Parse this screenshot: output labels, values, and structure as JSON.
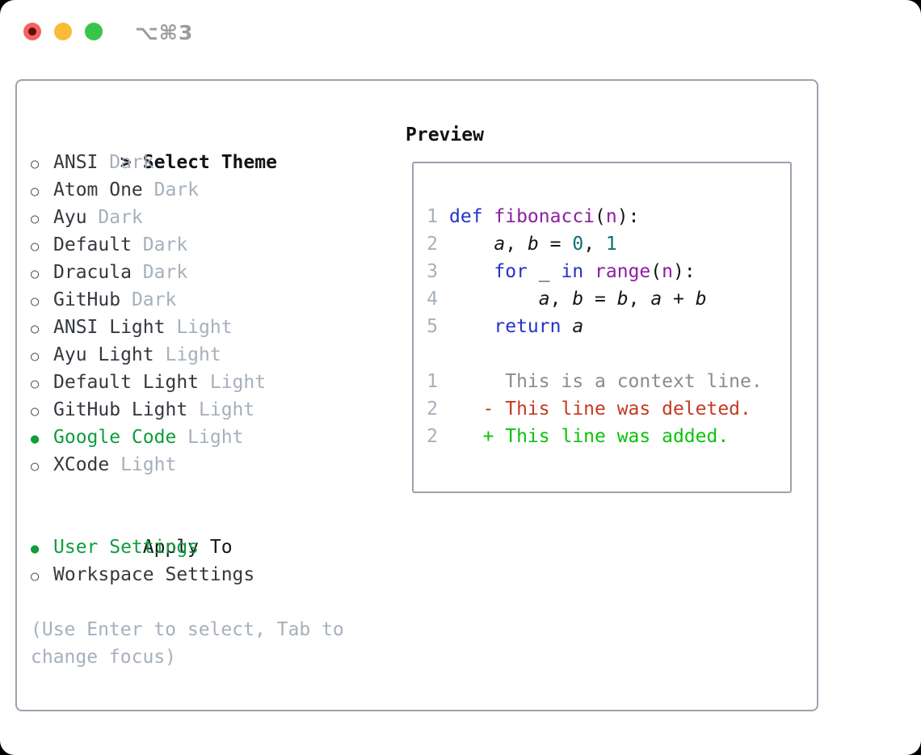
{
  "window": {
    "title_shortcut": "⌥⌘3",
    "traffic_lights": [
      {
        "name": "close",
        "color": "#f4645c",
        "inner_dot": "#5e0f08"
      },
      {
        "name": "minimize",
        "color": "#f8bc38",
        "inner_dot": null
      },
      {
        "name": "zoom",
        "color": "#37c649",
        "inner_dot": null
      }
    ]
  },
  "colors": {
    "ui_text": "#34383f",
    "ui_black": "#101214",
    "ui_muted": "#a6b0bc",
    "ui_green": "#0f9d3d",
    "panel_border": "#9aa3ae",
    "bullet_outline": "#4a505a"
  },
  "theme_panel": {
    "header": {
      "prompt": ">",
      "label": "Select Theme"
    },
    "bullet_unselected": "○",
    "bullet_selected": "●",
    "themes": [
      {
        "name": "ANSI",
        "tag": "Dark",
        "selected": false
      },
      {
        "name": "Atom One",
        "tag": "Dark",
        "selected": false
      },
      {
        "name": "Ayu",
        "tag": "Dark",
        "selected": false
      },
      {
        "name": "Default",
        "tag": "Dark",
        "selected": false
      },
      {
        "name": "Dracula",
        "tag": "Dark",
        "selected": false
      },
      {
        "name": "GitHub",
        "tag": "Dark",
        "selected": false
      },
      {
        "name": "ANSI Light",
        "tag": "Light",
        "selected": false
      },
      {
        "name": "Ayu Light",
        "tag": "Light",
        "selected": false
      },
      {
        "name": "Default Light",
        "tag": "Light",
        "selected": false
      },
      {
        "name": "GitHub Light",
        "tag": "Light",
        "selected": false
      },
      {
        "name": "Google Code",
        "tag": "Light",
        "selected": true
      },
      {
        "name": "XCode",
        "tag": "Light",
        "selected": false
      }
    ],
    "apply_to": {
      "header": "Apply To",
      "options": [
        {
          "name": "User Settings",
          "selected": true
        },
        {
          "name": "Workspace Settings",
          "selected": false
        }
      ]
    },
    "hint_lines": [
      "(Use Enter to select, Tab to",
      "change focus)"
    ]
  },
  "preview": {
    "label": "Preview",
    "palette": {
      "keyword": "#2433c9",
      "name": "#8c1ea0",
      "literal": "#0e6f6f",
      "plain": "#151618",
      "var": "#151618",
      "gutter": "#a6b0bc",
      "context": "#8b8b8b",
      "deleted": "#c43a21",
      "added": "#0cc20c"
    },
    "lines": [
      {
        "num": "1",
        "tokens": [
          [
            "keyword",
            "def "
          ],
          [
            "name",
            "fibonacci"
          ],
          [
            "plain",
            "("
          ],
          [
            "name",
            "n"
          ],
          [
            "plain",
            "):"
          ]
        ]
      },
      {
        "num": "2",
        "tokens": [
          [
            "plain",
            "    "
          ],
          [
            "var",
            "a"
          ],
          [
            "plain",
            ", "
          ],
          [
            "var",
            "b"
          ],
          [
            "plain",
            " = "
          ],
          [
            "literal",
            "0"
          ],
          [
            "plain",
            ", "
          ],
          [
            "literal",
            "1"
          ]
        ]
      },
      {
        "num": "3",
        "tokens": [
          [
            "plain",
            "    "
          ],
          [
            "keyword",
            "for"
          ],
          [
            "plain",
            " _ "
          ],
          [
            "keyword",
            "in"
          ],
          [
            "plain",
            " "
          ],
          [
            "name",
            "range"
          ],
          [
            "plain",
            "("
          ],
          [
            "name",
            "n"
          ],
          [
            "plain",
            "):"
          ]
        ]
      },
      {
        "num": "4",
        "tokens": [
          [
            "plain",
            "        "
          ],
          [
            "var",
            "a"
          ],
          [
            "plain",
            ", "
          ],
          [
            "var",
            "b"
          ],
          [
            "plain",
            " = "
          ],
          [
            "var",
            "b"
          ],
          [
            "plain",
            ", "
          ],
          [
            "var",
            "a"
          ],
          [
            "plain",
            " + "
          ],
          [
            "var",
            "b"
          ]
        ]
      },
      {
        "num": "5",
        "tokens": [
          [
            "plain",
            "    "
          ],
          [
            "keyword",
            "return "
          ],
          [
            "var",
            "a"
          ]
        ]
      },
      {
        "num": "",
        "tokens": []
      },
      {
        "num": "1",
        "tokens": [
          [
            "context",
            "     This is a context line."
          ]
        ]
      },
      {
        "num": "2",
        "tokens": [
          [
            "deleted",
            "   - This line was deleted."
          ]
        ]
      },
      {
        "num": "2",
        "tokens": [
          [
            "added",
            "   + This line was added."
          ]
        ]
      }
    ]
  }
}
